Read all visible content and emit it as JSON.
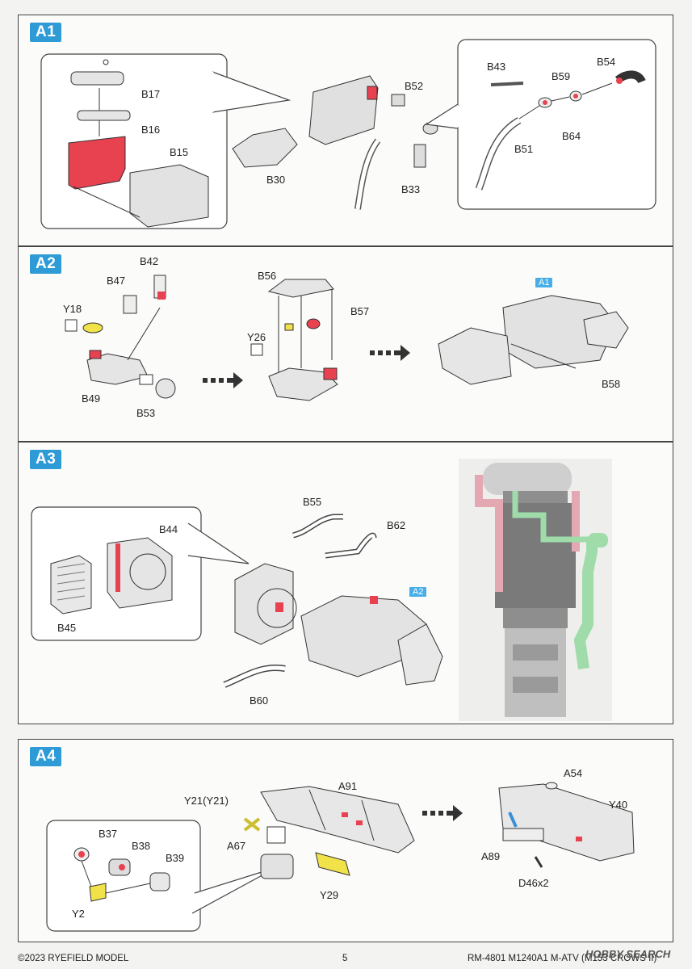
{
  "sections": {
    "a1": {
      "tag": "A1",
      "labels": {
        "b17": "B17",
        "b16": "B16",
        "b15": "B15",
        "b52": "B52",
        "b30": "B30",
        "b33": "B33",
        "b43": "B43",
        "b59": "B59",
        "b54": "B54",
        "b51": "B51",
        "b64": "B64"
      }
    },
    "a2": {
      "tag": "A2",
      "ref": "A1",
      "labels": {
        "b42": "B42",
        "b47": "B47",
        "y18": "Y18",
        "b49": "B49",
        "b53": "B53",
        "b56": "B56",
        "b57": "B57",
        "y26": "Y26",
        "b58": "B58"
      }
    },
    "a3": {
      "tag": "A3",
      "ref": "A2",
      "labels": {
        "b44": "B44",
        "b45": "B45",
        "b55": "B55",
        "b62": "B62",
        "b60": "B60"
      }
    },
    "a4": {
      "tag": "A4",
      "labels": {
        "y21": "Y21(Y21)",
        "a91": "A91",
        "a67": "A67",
        "y29": "Y29",
        "b37": "B37",
        "b38": "B38",
        "b39": "B39",
        "y2": "Y2",
        "a54": "A54",
        "y40": "Y40",
        "a89": "A89",
        "d46": "D46x2"
      }
    }
  },
  "footer": {
    "copyright": "©2023 RYEFIELD MODEL",
    "page": "5",
    "product": "RM-4801 M1240A1 M-ATV (M153 CROWS II)",
    "watermark": "HOBBY SEARCH"
  },
  "colors": {
    "tag_bg": "#2e9bd6",
    "part_red": "#e8414f",
    "pipe_pink": "#e3a8b2",
    "pipe_green": "#9fdcaa",
    "part_yellow": "#f1e24a"
  }
}
